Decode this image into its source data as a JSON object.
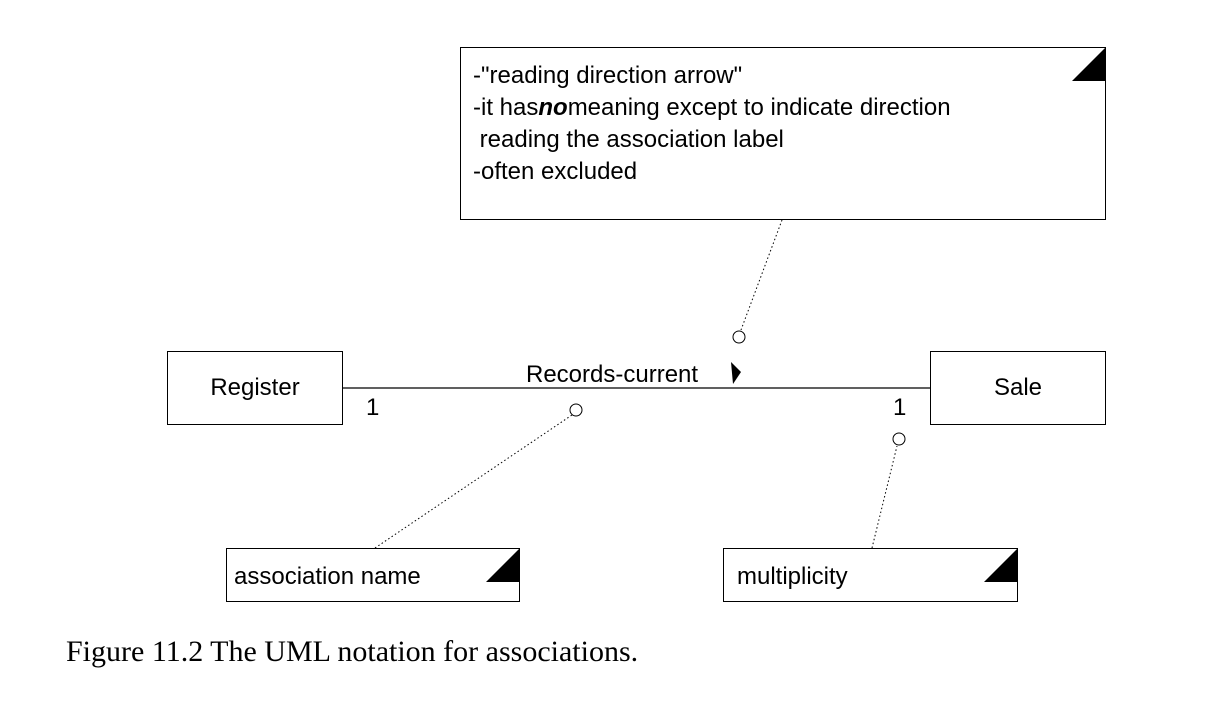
{
  "classes": {
    "left": "Register",
    "right": "Sale"
  },
  "association": {
    "name": "Records-current",
    "left_multiplicity": "1",
    "right_multiplicity": "1"
  },
  "notes": {
    "top": {
      "line1": "-\"reading direction arrow\"",
      "line2_prefix": "-it has",
      "line2_emph": "no",
      "line2_suffix": "meaning except to indicate direction",
      "line3": " reading the association label",
      "line4": "-often excluded"
    },
    "association_name": "association name",
    "multiplicity": "multiplicity"
  },
  "caption": "Figure 11.2 The UML notation for associations."
}
